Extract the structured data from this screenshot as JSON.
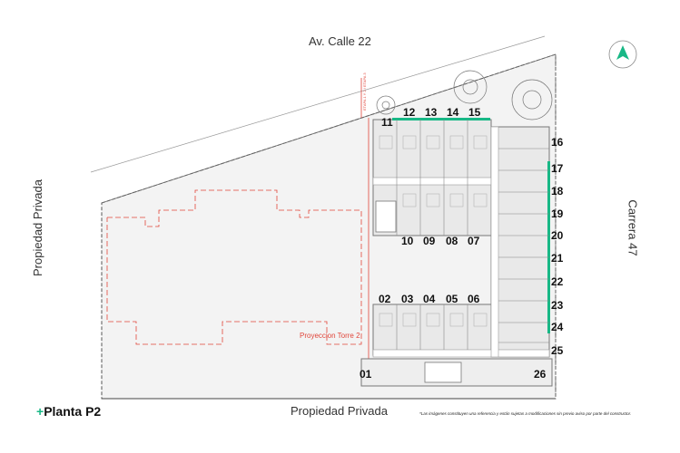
{
  "plan": {
    "title_prefix": "+",
    "title": "Planta P2",
    "note": "*Las imágenes constituyen una referencia y están sujetas a modificaciones sin previo aviso por parte del constructor.",
    "projection_label": "Proyeccion Torre 2",
    "stage_label": "ETAPA 1 Y 2 / ETAPA 3"
  },
  "streets": {
    "north": "Av. Calle 22",
    "south": "Propiedad Privada",
    "west": "Propiedad Privada",
    "east": "Carrera 47"
  },
  "units": {
    "top_row": [
      "11",
      "12",
      "13",
      "14",
      "15"
    ],
    "middle_row": [
      "10",
      "09",
      "08",
      "07"
    ],
    "bottom_row": [
      "02",
      "03",
      "04",
      "05",
      "06"
    ],
    "right_column": [
      "16",
      "17",
      "18",
      "19",
      "20",
      "21",
      "22",
      "23",
      "24",
      "25",
      "26"
    ],
    "corner": "01"
  },
  "colors": {
    "accent": "#18b886",
    "projection": "#e0453a",
    "building": "#8a8a8a",
    "lot_fill": "#f2f2f2"
  }
}
